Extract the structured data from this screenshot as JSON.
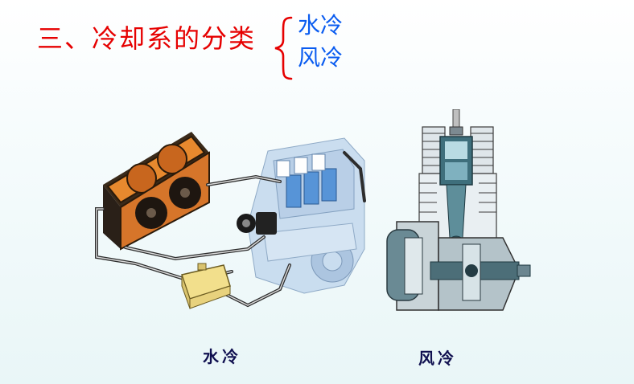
{
  "heading": {
    "title": "三、冷却系的分类",
    "options": [
      "水冷",
      "风冷"
    ]
  },
  "illustrations": {
    "water_cooling": {
      "caption": "水冷",
      "icon": "water-cooling-system-diagram"
    },
    "air_cooling": {
      "caption": "风冷",
      "icon": "air-cooled-engine-cutaway"
    }
  },
  "colors": {
    "heading": "#e60000",
    "options": "#0a5cf0",
    "caption": "#101050",
    "background": "#eaf6f7"
  }
}
